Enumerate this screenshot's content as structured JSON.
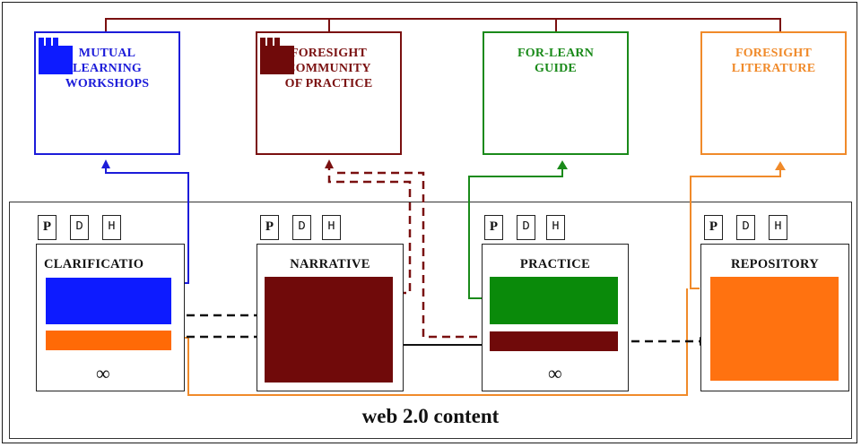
{
  "top_boxes": [
    {
      "id": "mutual",
      "title": "MUTUAL\nLEARNING\nWORKSHOPS",
      "color": "#1c1cd9"
    },
    {
      "id": "community",
      "title": "FORESIGHT\nCOMMUNITY\nOF PRACTICE",
      "color": "#7a1010"
    },
    {
      "id": "guide",
      "title": "FOR-LEARN\nGUIDE",
      "color": "#1a8a1a"
    },
    {
      "id": "literature",
      "title": "FORESIGHT\nLITERATURE",
      "color": "#f08a2a"
    }
  ],
  "modules": [
    {
      "id": "clarification",
      "title": "CLARIFICATIO",
      "tabs": [
        "P",
        "D",
        "H"
      ],
      "infinity": "∞"
    },
    {
      "id": "narrative",
      "title": "NARRATIVE",
      "tabs": [
        "P",
        "D",
        "H"
      ]
    },
    {
      "id": "practice",
      "title": "PRACTICE",
      "tabs": [
        "P",
        "D",
        "H"
      ],
      "infinity": "∞"
    },
    {
      "id": "repository",
      "title": "REPOSITORY",
      "tabs": [
        "P",
        "D",
        "H"
      ]
    }
  ],
  "footer": "web 2.0 content",
  "colors": {
    "blue": "#1c1cd9",
    "maroon": "#7a1010",
    "green": "#1a8a1a",
    "orange": "#f08a2a",
    "module_fill_blue": "#0d1bff",
    "module_fill_orange": "#ff6a06",
    "module_fill_maroon": "#700a0a",
    "module_fill_green": "#0a8a0a",
    "module_fill_repo": "#ff7210"
  }
}
